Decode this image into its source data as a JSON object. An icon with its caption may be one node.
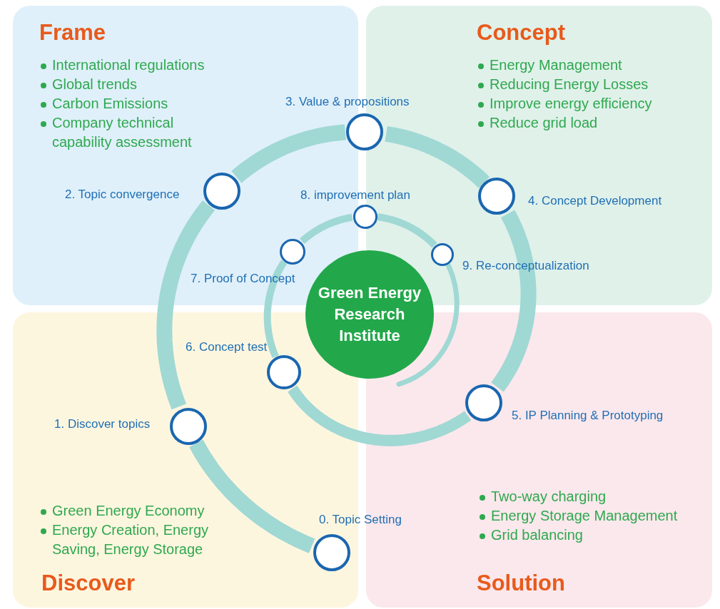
{
  "diagram": {
    "nodes": [
      {
        "text": [
          "Frame",
          "International regulations",
          "Global trends",
          "Carbon Emissions",
          "Company technical capability assessment"
        ]
      },
      {
        "text": [
          "Concept",
          "Energy Management",
          "Reducing Energy Losses",
          "Improve energy efficiency",
          "Reduce grid load"
        ]
      },
      {
        "text": [
          "Green Energy Economy",
          "Energy Creation, Energy Saving, Energy Storage",
          "Discover"
        ]
      },
      {
        "text": [
          "Two-way charging",
          "Energy Storage Management",
          "Grid balancing",
          "Solution"
        ]
      },
      {
        "text": [
          "Green Energy Research Institute"
        ]
      },
      {
        "text": [],
        "shape": "circle",
        "beside": [
          "0. Topic Setting"
        ],
        "in": 2
      },
      {
        "text": [],
        "shape": "circle",
        "beside": [
          "1. Discover topics"
        ],
        "in": 2
      },
      {
        "text": [],
        "shape": "circle",
        "beside": [
          "2. Topic convergence"
        ],
        "in": 0
      },
      {
        "text": [],
        "shape": "circle",
        "beside": [
          "3. Value & propositions"
        ]
      },
      {
        "text": [],
        "shape": "circle",
        "beside": [
          "4. Concept Development"
        ],
        "in": 1
      },
      {
        "text": [],
        "shape": "circle",
        "beside": [
          "5. IP Planning & Prototyping"
        ],
        "in": 3
      },
      {
        "text": [],
        "shape": "circle",
        "beside": [
          "6. Concept test"
        ],
        "in": 2
      },
      {
        "text": [],
        "shape": "circle",
        "beside": [
          "7. Proof of Concept"
        ],
        "in": 0
      },
      {
        "text": [],
        "shape": "circle",
        "beside": [
          "8. improvement plan"
        ]
      },
      {
        "text": [],
        "shape": "circle",
        "beside": [
          "9. Re-conceptualization"
        ],
        "in": 1
      }
    ],
    "edges": [
      {
        "from": 5,
        "to": 6,
        "arrow": "none"
      },
      {
        "from": 6,
        "to": 7,
        "arrow": "none"
      },
      {
        "from": 7,
        "to": 8,
        "arrow": "none"
      },
      {
        "from": 8,
        "to": 9,
        "arrow": "none"
      },
      {
        "from": 9,
        "to": 10,
        "arrow": "none"
      },
      {
        "from": 10,
        "to": 11,
        "arrow": "none"
      },
      {
        "from": 11,
        "to": 12,
        "arrow": "none"
      },
      {
        "from": 12,
        "to": 13,
        "arrow": "none"
      },
      {
        "from": 13,
        "to": 14,
        "arrow": "none"
      }
    ]
  }
}
